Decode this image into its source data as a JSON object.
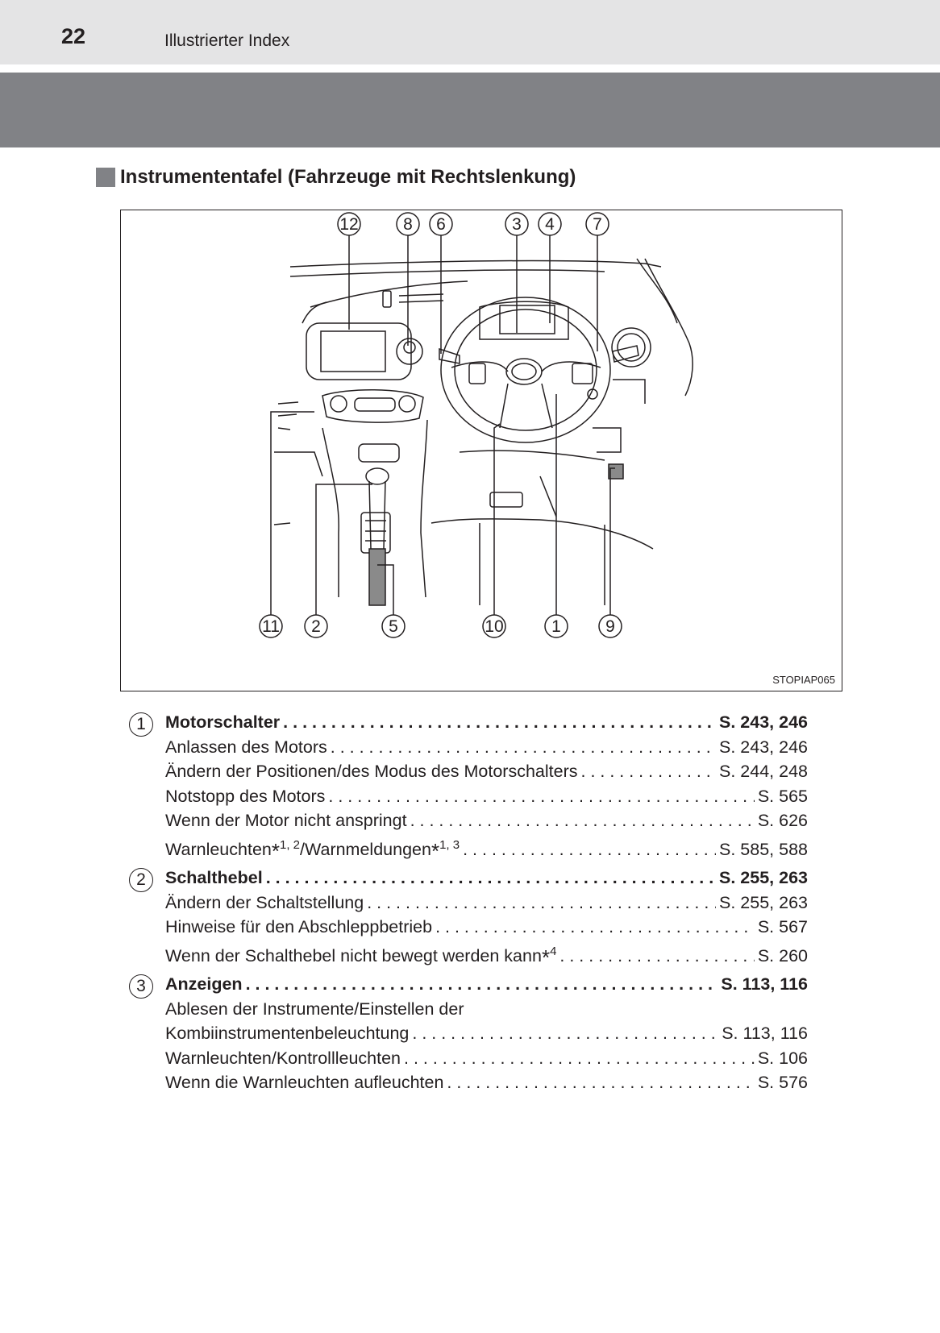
{
  "header": {
    "page_number": "22",
    "section": "Illustrierter Index"
  },
  "heading": "Instrumententafel (Fahrzeuge mit Rechtslenkung)",
  "figure": {
    "code": "STOPIAP065",
    "callouts_top": [
      "12",
      "8",
      "6",
      "3",
      "4",
      "7"
    ],
    "callouts_bottom": [
      "11",
      "2",
      "5",
      "10",
      "1",
      "9"
    ]
  },
  "entries": [
    {
      "number": "1",
      "title": "Motorschalter",
      "title_pages": "S. 243, 246",
      "items": [
        {
          "text": "Anlassen des Motors",
          "pages": "S. 243, 246"
        },
        {
          "text": "Ändern der Positionen/des Modus des Motorschalters",
          "pages": "S. 244, 248"
        },
        {
          "text": "Notstopp des Motors",
          "pages": "S. 565"
        },
        {
          "text": "Wenn der Motor nicht anspringt",
          "pages": "S. 626"
        },
        {
          "text_a": "Warnleuchten",
          "sup_a": "1, 2",
          "text_b": "/Warnmeldungen",
          "sup_b": "1, 3",
          "pages": "S. 585, 588"
        }
      ]
    },
    {
      "number": "2",
      "title": "Schalthebel",
      "title_pages": "S. 255, 263",
      "items": [
        {
          "text": "Ändern der Schaltstellung",
          "pages": "S. 255, 263"
        },
        {
          "text": "Hinweise für den Abschleppbetrieb",
          "pages": "S. 567"
        },
        {
          "text": "Wenn der Schalthebel nicht bewegt werden kann",
          "sup": "4",
          "pages": "S. 260"
        }
      ]
    },
    {
      "number": "3",
      "title": "Anzeigen",
      "title_pages": "S. 113, 116",
      "items": [
        {
          "text": "Ablesen der Instrumente/Einstellen der",
          "pages": ""
        },
        {
          "text": "Kombiinstrumentenbeleuchtung",
          "pages": "S. 113, 116"
        },
        {
          "text": "Warnleuchten/Kontrollleuchten",
          "pages": "S. 106"
        },
        {
          "text": "Wenn die Warnleuchten aufleuchten",
          "pages": "S. 576"
        }
      ]
    }
  ]
}
